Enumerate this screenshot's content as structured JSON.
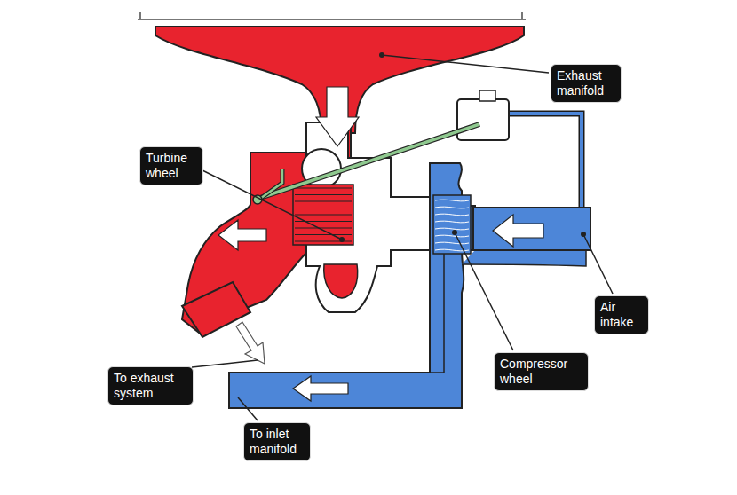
{
  "diagram": {
    "nodes": [
      {
        "text": [
          "Exhaust manifold"
        ]
      },
      {
        "text": [
          "Turbine wheel"
        ]
      },
      {
        "text": [
          "Air intake"
        ]
      },
      {
        "text": [
          "Compressor wheel"
        ]
      },
      {
        "text": [
          "To exhaust system"
        ]
      },
      {
        "text": [
          "To inlet manifold"
        ]
      }
    ]
  }
}
